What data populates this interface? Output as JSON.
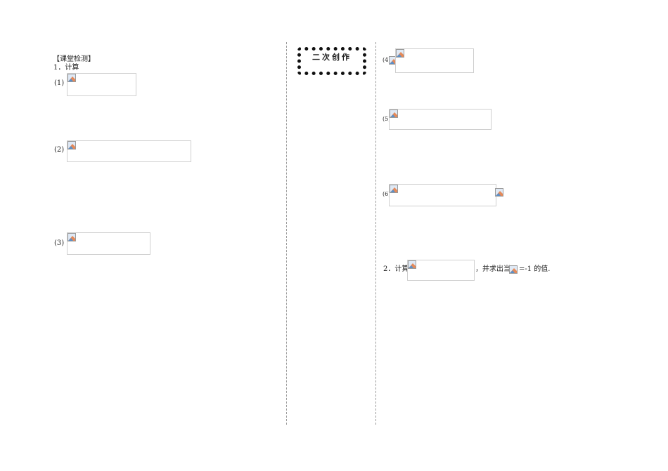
{
  "left": {
    "section_title": "【课堂检测】",
    "q1_heading": "1．计算",
    "items": [
      {
        "label": "(1)"
      },
      {
        "label": "(2)"
      },
      {
        "label": "(3)"
      }
    ]
  },
  "badge_text": "二次创作",
  "right": {
    "items": [
      {
        "label": "(4)"
      },
      {
        "label": "(5)"
      },
      {
        "label": "(6)"
      }
    ],
    "q2_prefix": "2．计算",
    "q2_middle": "，并求出当",
    "q2_suffix": "=-1 的值."
  },
  "icon": "broken-image-icon"
}
